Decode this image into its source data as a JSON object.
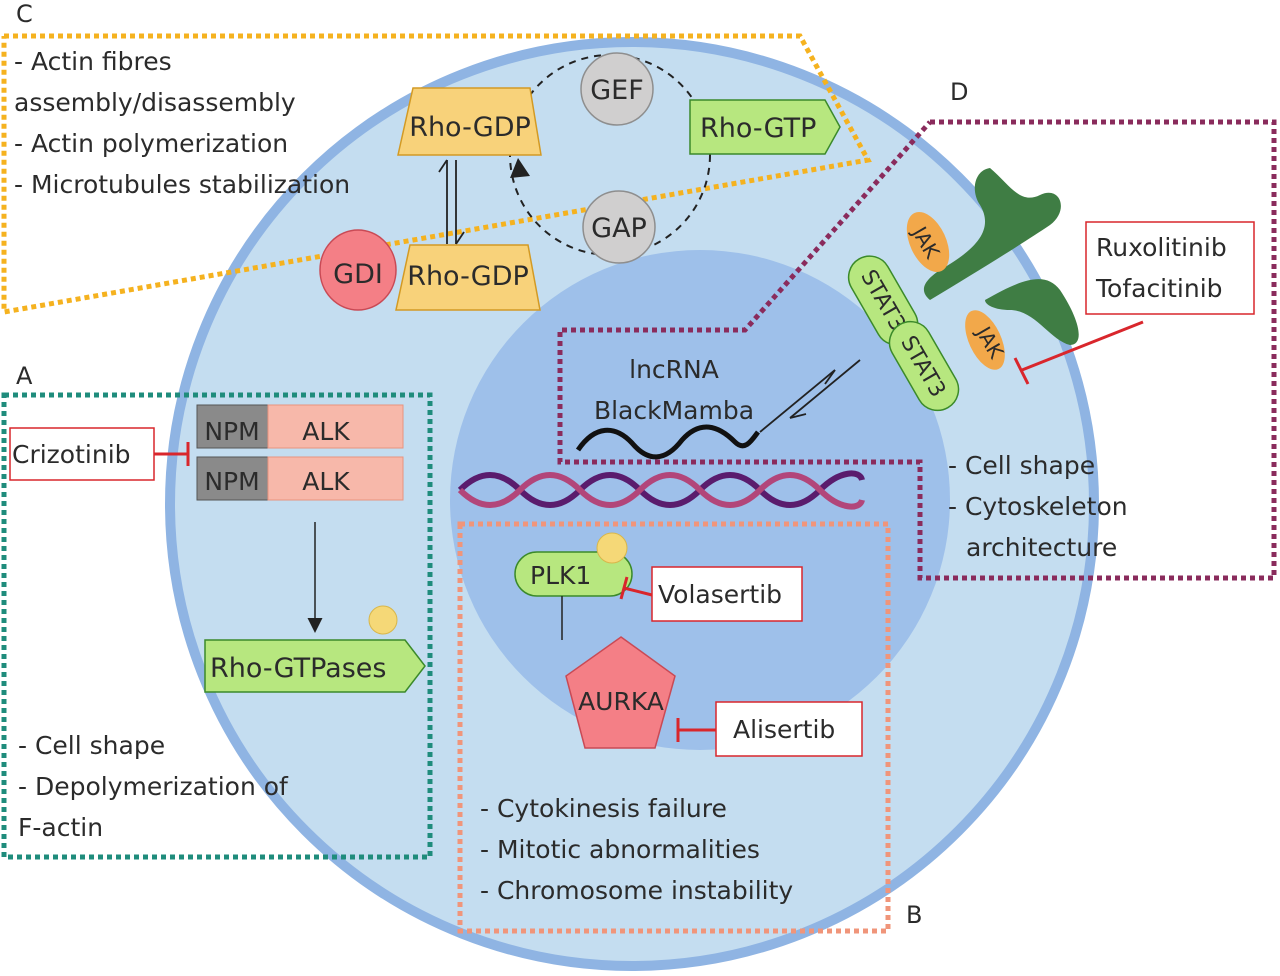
{
  "panels": {
    "a": {
      "letter": "A",
      "drug": "Crizotinib",
      "fusion_left": "NPM",
      "fusion_right": "ALK",
      "target": "Rho-GTPases",
      "effects": [
        "- Cell shape",
        "- Depolymerization of",
        "F-actin"
      ]
    },
    "b": {
      "letter": "B",
      "plk1": "PLK1",
      "plk1_drug": "Volasertib",
      "aurka": "AURKA",
      "aurka_drug": "Alisertib",
      "effects": [
        "- Cytokinesis failure",
        "- Mitotic abnormalities",
        "- Chromosome instability"
      ]
    },
    "c": {
      "letter": "C",
      "effects": [
        "- Actin fibres",
        "assembly/disassembly",
        "- Actin polymerization",
        "- Microtubules stabilization"
      ],
      "rho_gdp": "Rho-GDP",
      "rho_gtp": "Rho-GTP",
      "gef": "GEF",
      "gap": "GAP",
      "gdi": "GDI"
    },
    "d": {
      "letter": "D",
      "jak": "JAK",
      "stat3": "STAT3",
      "drugs": [
        "Ruxolitinib",
        "Tofacitinib"
      ],
      "lncrna": [
        "lncRNA",
        "BlackMamba"
      ],
      "effects": [
        "- Cell shape",
        "- Cytoskeleton",
        "architecture"
      ]
    }
  },
  "colors": {
    "cell_fill": "#c4ddf0",
    "cell_border": "#8fb4e3",
    "nucleus_fill": "#9ec0ea",
    "panel_a_border": "#1f8c7c",
    "panel_b_border": "#f0957a",
    "panel_c_border": "#f5b21f",
    "panel_d_border": "#8a2b5c",
    "rho_gdp_fill": "#f8d27a",
    "rho_gtp_fill": "#b7e77f",
    "inhibitor_red": "#d9262c",
    "alk_fill": "#f7b8aa",
    "npm_fill": "#8a8a8a",
    "aurka_fill": "#f47f86",
    "phospho_dot": "#f5d877",
    "jak_fill": "#f2a84a",
    "receptor_fill": "#3f7d44"
  }
}
